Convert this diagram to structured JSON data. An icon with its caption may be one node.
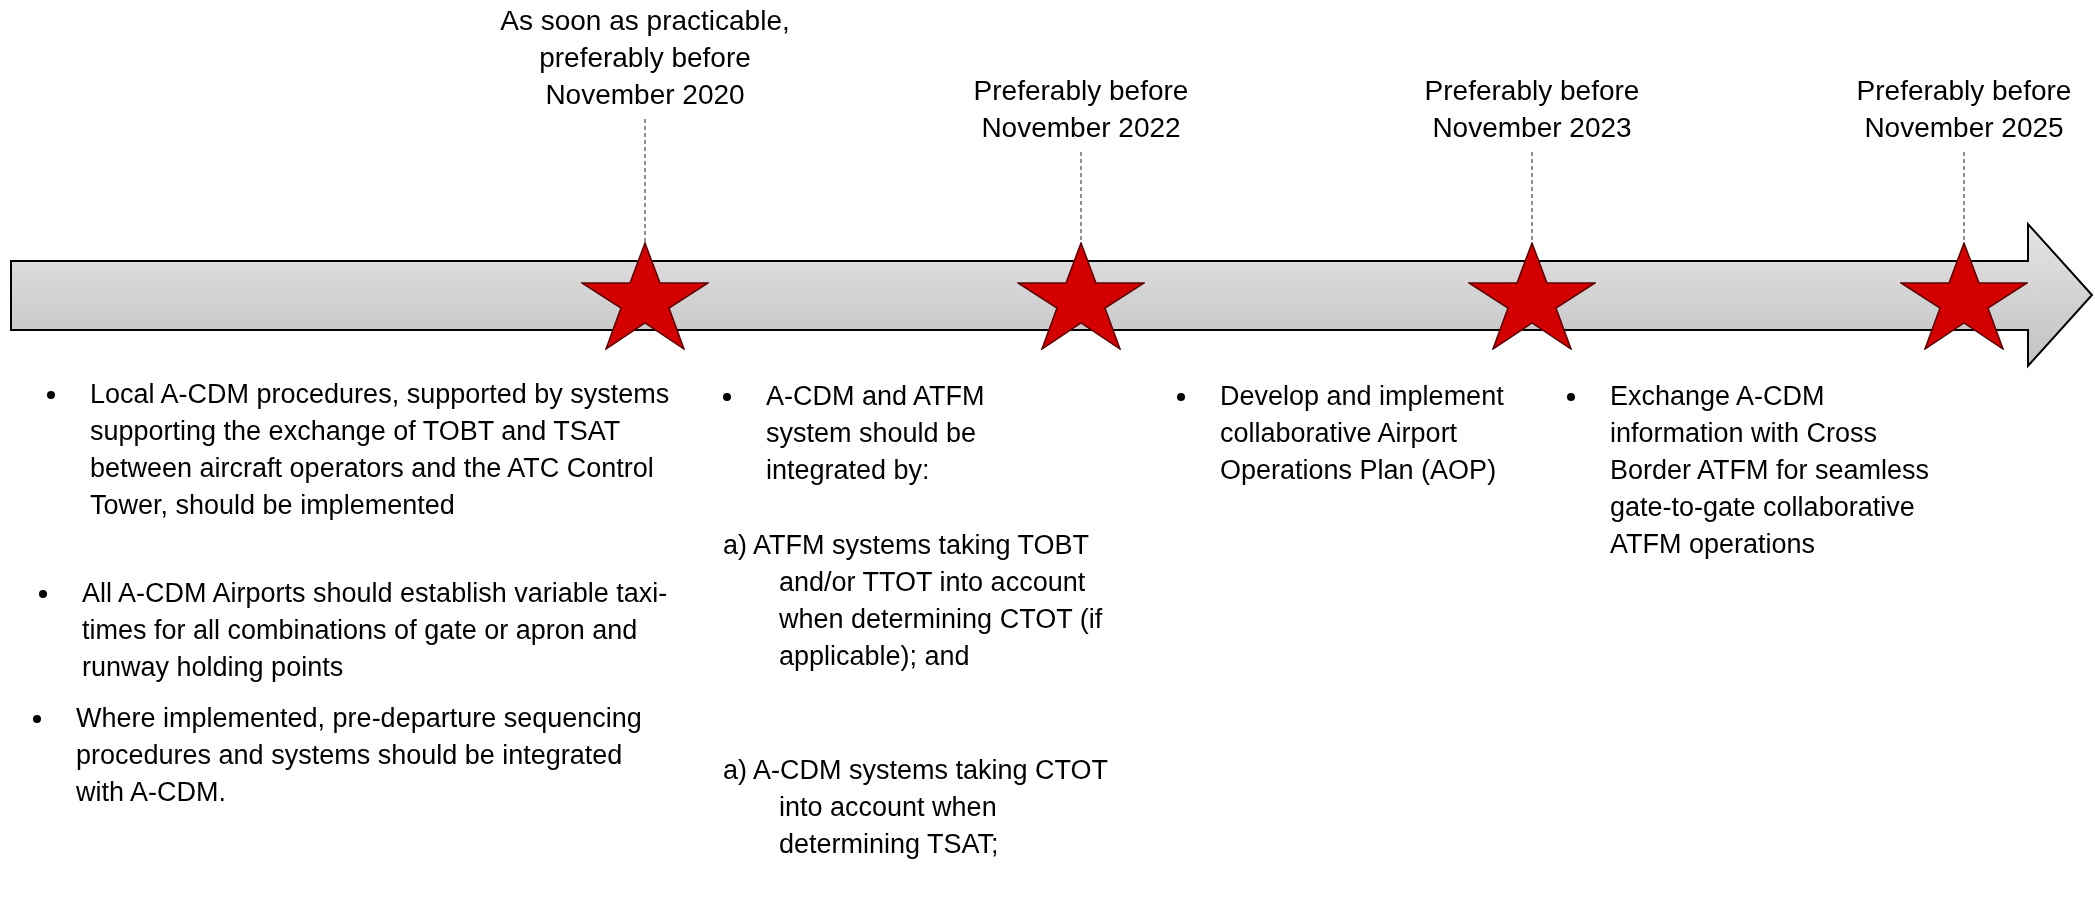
{
  "diagram": {
    "nodes": [
      {
        "text": [
          "As soon as practicable, preferably before November 2020"
        ]
      },
      {
        "text": [
          "Preferably before November 2022"
        ]
      },
      {
        "text": [
          "Preferably before November 2023"
        ]
      },
      {
        "text": [
          "Preferably before November 2025"
        ]
      },
      {
        "text": [],
        "shape": "star"
      },
      {
        "text": [],
        "shape": "star"
      },
      {
        "text": [],
        "shape": "star"
      },
      {
        "text": [],
        "shape": "star"
      }
    ],
    "edges": [
      {
        "from": 0,
        "to": 4,
        "arrow": "none",
        "style": "dashed"
      },
      {
        "from": 1,
        "to": 5,
        "arrow": "none",
        "style": "dashed"
      },
      {
        "from": 2,
        "to": 6,
        "arrow": "none",
        "style": "dashed"
      },
      {
        "from": 3,
        "to": 7,
        "arrow": "none",
        "style": "dashed"
      }
    ],
    "labels": [
      "Local A-CDM procedures, supported by systems supporting the exchange of TOBT and TSAT between aircraft operators and the ATC Control Tower, should be implemented",
      "All A-CDM Airports should establish variable taxi-times for all combinations of gate or apron and runway holding points",
      "Where implemented, pre-departure sequencing  procedures and systems should be integrated with A-CDM.",
      "A-CDM and ATFM system should be integrated by:",
      "a) ATFM systems taking TOBT and/or TTOT into account when determining CTOT (if applicable); and",
      "a) A-CDM systems taking CTOT into account when determining TSAT;",
      "Develop and implement collaborative Airport Operations Plan (AOP)",
      "Exchange A-CDM information with Cross Border ATFM for seamless gate-to-gate collaborative ATFM operations"
    ]
  }
}
